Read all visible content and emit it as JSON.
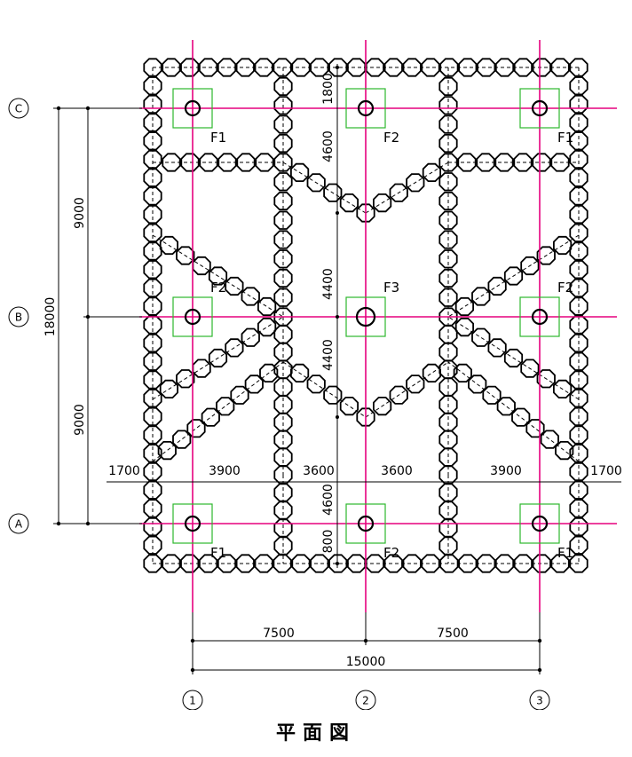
{
  "title": "平面図",
  "colors": {
    "grid_line": "#e6007e",
    "footing_outline": "#2db82d",
    "pile": "#000000",
    "dimension_line": "#000000"
  },
  "grid_axes": {
    "columns": [
      "1",
      "2",
      "3"
    ],
    "rows": [
      "C",
      "B",
      "A"
    ]
  },
  "dimensions": {
    "bottom_spans": [
      "7500",
      "7500"
    ],
    "bottom_total": "15000",
    "left_spans": [
      "9000",
      "9000"
    ],
    "left_total": "18000",
    "horizontal_segments": [
      "1700",
      "3900",
      "3600",
      "3600",
      "3900",
      "1700"
    ],
    "vertical_segments": [
      "1800",
      "4600",
      "4400",
      "4400",
      "4600",
      "800"
    ]
  },
  "footings": [
    {
      "label": "F1",
      "row": "C",
      "col": "1"
    },
    {
      "label": "F2",
      "row": "C",
      "col": "2"
    },
    {
      "label": "F1",
      "row": "C",
      "col": "3"
    },
    {
      "label": "F2",
      "row": "B",
      "col": "1"
    },
    {
      "label": "F3",
      "row": "B",
      "col": "2"
    },
    {
      "label": "F2",
      "row": "B",
      "col": "3"
    },
    {
      "label": "F1",
      "row": "A",
      "col": "1"
    },
    {
      "label": "F2",
      "row": "A",
      "col": "2"
    },
    {
      "label": "F1",
      "row": "A",
      "col": "3"
    }
  ]
}
